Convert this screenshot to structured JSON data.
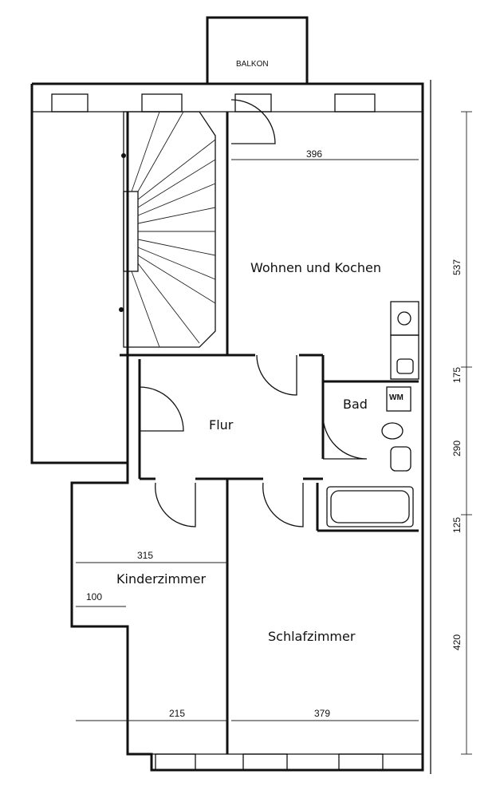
{
  "plan": {
    "rooms": {
      "balkon": "BALKON",
      "wohnen": "Wohnen und Kochen",
      "bad": "Bad",
      "wm": "WM",
      "flur": "Flur",
      "kinderzimmer": "Kinderzimmer",
      "schlafzimmer": "Schlafzimmer"
    },
    "dimensions": {
      "wohnen_width": "396",
      "kinder_width": "315",
      "kinder_notch": "100",
      "kinder_bottom": "215",
      "schlaf_width": "379",
      "right_1": "537",
      "right_2": "175",
      "right_3": "290",
      "right_4": "125",
      "right_5": "420"
    }
  }
}
